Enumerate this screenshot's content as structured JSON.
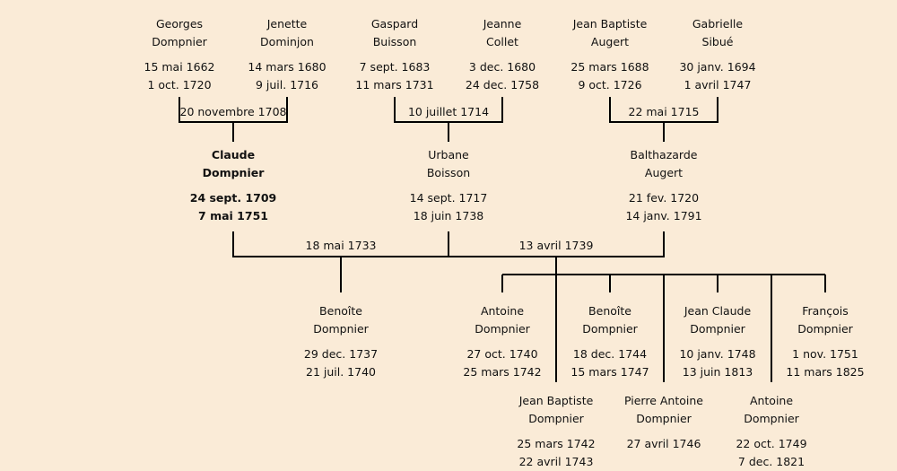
{
  "colors": {
    "background": "#faebd7",
    "lines": "#000000"
  },
  "grandparents": [
    {
      "first": "Georges",
      "last": "Dompnier",
      "birth": "15 mai 1662",
      "death": "1 oct. 1720"
    },
    {
      "first": "Jenette",
      "last": "Dominjon",
      "birth": "14 mars 1680",
      "death": "9 juil. 1716"
    },
    {
      "first": "Gaspard",
      "last": "Buisson",
      "birth": "7 sept. 1683",
      "death": "11 mars 1731"
    },
    {
      "first": "Jeanne",
      "last": "Collet",
      "birth": "3 dec. 1680",
      "death": "24 dec. 1758"
    },
    {
      "first": "Jean Baptiste",
      "last": "Augert",
      "birth": "25 mars 1688",
      "death": "9 oct. 1726"
    },
    {
      "first": "Gabrielle",
      "last": "Sibué",
      "birth": "30 janv. 1694",
      "death": "1 avril 1747"
    }
  ],
  "grandparent_marriages": [
    "20 novembre 1708",
    "10 juillet 1714",
    "22 mai 1715"
  ],
  "parents": [
    {
      "first": "Claude",
      "last": "Dompnier",
      "birth": "24 sept. 1709",
      "death": "7 mai 1751"
    },
    {
      "first": "Urbane",
      "last": "Boisson",
      "birth": "14 sept. 1717",
      "death": "18 juin 1738"
    },
    {
      "first": "Balthazarde",
      "last": "Augert",
      "birth": "21 fev. 1720",
      "death": "14 janv. 1791"
    }
  ],
  "parent_marriages": [
    "18 mai 1733",
    "13 avril 1739"
  ],
  "children_first_marriage": [
    {
      "first": "Benoîte",
      "last": "Dompnier",
      "birth": "29 dec. 1737",
      "death": "21 juil. 1740"
    }
  ],
  "children_second_marriage": [
    {
      "first": "Antoine",
      "last": "Dompnier",
      "birth": "27 oct. 1740",
      "death": "25 mars 1742"
    },
    {
      "first": "Jean Baptiste",
      "last": "Dompnier",
      "birth": "25 mars 1742",
      "death": "22 avril 1743"
    },
    {
      "first": "Benoîte",
      "last": "Dompnier",
      "birth": "18 dec. 1744",
      "death": "15 mars 1747"
    },
    {
      "first": "Pierre Antoine",
      "last": "Dompnier",
      "birth": "27 avril 1746",
      "death": ""
    },
    {
      "first": "Jean Claude",
      "last": "Dompnier",
      "birth": "10 janv. 1748",
      "death": "13 juin 1813"
    },
    {
      "first": "Antoine",
      "last": "Dompnier",
      "birth": "22 oct. 1749",
      "death": "7 dec. 1821"
    },
    {
      "first": "François",
      "last": "Dompnier",
      "birth": "1 nov. 1751",
      "death": "11 mars 1825"
    }
  ]
}
